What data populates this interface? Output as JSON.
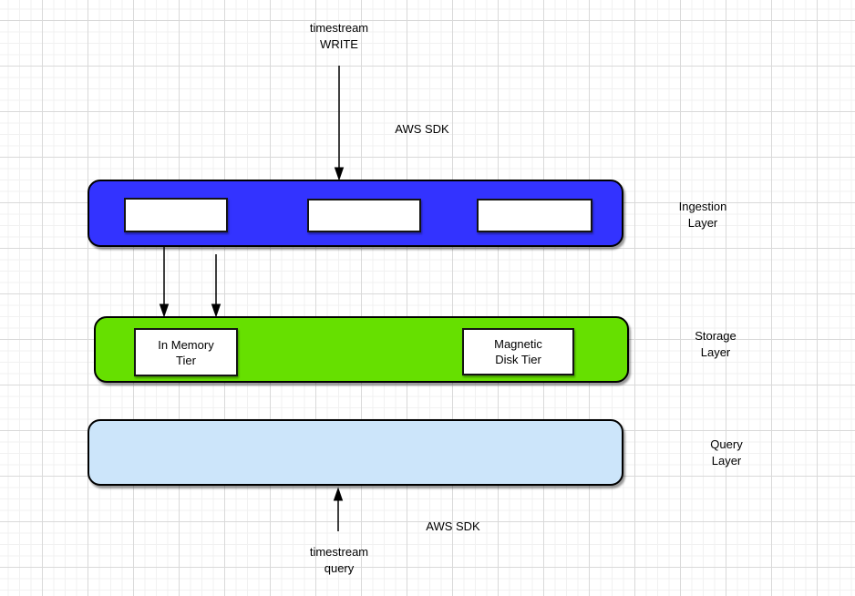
{
  "canvas": {
    "background": "#ffffff",
    "grid_minor_color": "#f1f1f1",
    "grid_major_color": "#d9d9d9",
    "stroke_color": "#000000"
  },
  "top": {
    "write_label": "timestream\nWRITE",
    "sdk_label": "AWS SDK"
  },
  "layers": {
    "ingestion": {
      "label": "Ingestion\nLayer",
      "color": "#3333ff",
      "nodes": [
        "",
        "",
        ""
      ]
    },
    "storage": {
      "label": "Storage\nLayer",
      "color": "#66e000",
      "nodes": [
        "In Memory\nTier",
        "Magnetic\nDisk Tier"
      ]
    },
    "query": {
      "label": "Query\nLayer",
      "color": "#cce5fa"
    }
  },
  "bottom": {
    "sdk_label": "AWS SDK",
    "query_label": "timestream\nquery"
  }
}
